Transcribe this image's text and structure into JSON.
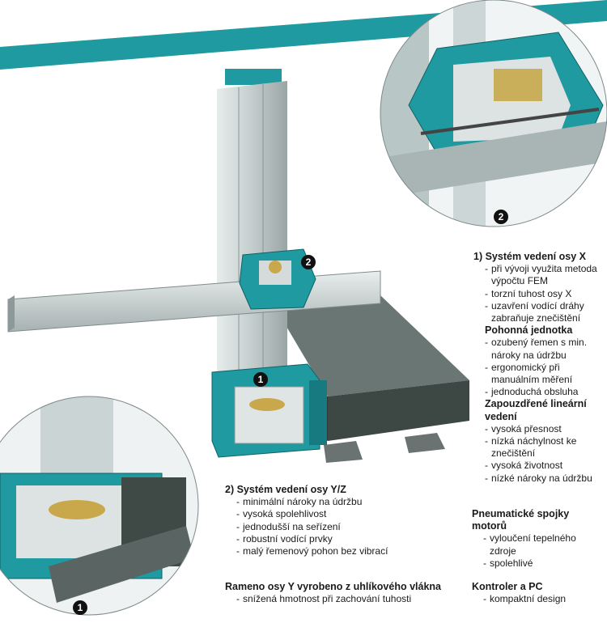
{
  "markers": {
    "one": "1",
    "two": "2"
  },
  "x_guide": {
    "heading": "1) Systém vedení osy X",
    "items": [
      "při vývoji využita metoda výpočtu FEM",
      "torzní tuhost osy X",
      "uzavření vodící dráhy zabraňuje znečištění"
    ],
    "sub1_heading": "Pohonná jednotka",
    "sub1_items": [
      "ozubený řemen s min. nároky na údržbu",
      "ergonomický při manuálním měření",
      "jednoduchá obsluha"
    ],
    "sub2_heading": "Zapouzdřené lineární vedení",
    "sub2_items": [
      "vysoká přesnost",
      "nízká náchylnost ke znečištění",
      "vysoká životnost",
      "nízké nároky na údržbu"
    ]
  },
  "yz_guide": {
    "heading": "2) Systém vedení osy Y/Z",
    "items": [
      "minimální nároky na údržbu",
      "vysoká spolehlivost",
      "jednodušší na seřízení",
      "robustní vodící prvky",
      "malý řemenový pohon bez vibrací"
    ]
  },
  "pneumatic": {
    "heading": "Pneumatické spojky motorů",
    "items": [
      "vyloučení tepelného zdroje",
      "spolehlivé"
    ]
  },
  "arm": {
    "heading": "Rameno osy Y vyrobeno z uhlíkového vlákna",
    "items": [
      "snížená hmotnost při zachování tuhosti"
    ]
  },
  "controller": {
    "heading": "Kontroler a PC",
    "items": [
      "kompaktní design"
    ]
  },
  "colors": {
    "teal": "#1f9aa0",
    "teal_dark": "#167a80",
    "granite": "#4f5b58",
    "steel": "#c9d2d2"
  }
}
